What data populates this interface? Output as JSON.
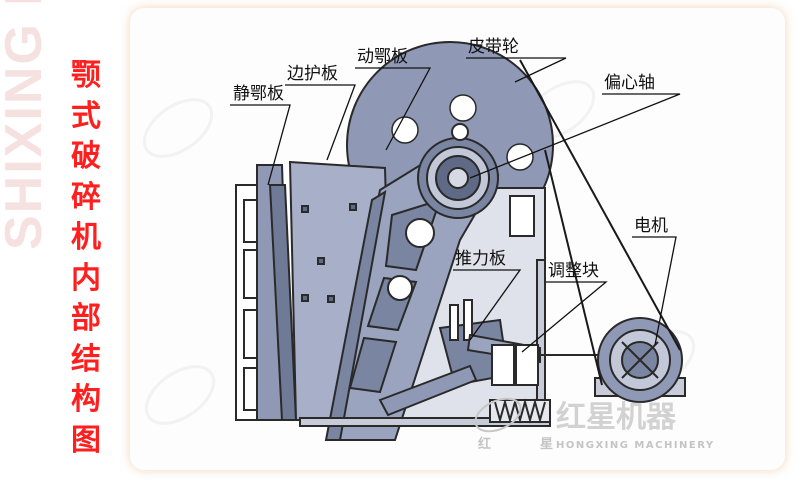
{
  "title": "颚式破碎机内部结构图",
  "watermark": {
    "side_text": "SHIXING MACHINERY",
    "brand_cn": "红星机器",
    "brand_small_cn_1": "红",
    "brand_small_cn_2": "星",
    "brand_en": "HONGXING MACHINERY"
  },
  "labels": {
    "belt_pulley": "皮带轮",
    "movable_jaw_plate": "动鄂板",
    "side_guard_plate": "边护板",
    "eccentric_shaft": "偏心轴",
    "fixed_jaw_plate": "静鄂板",
    "motor": "电机",
    "toggle_plate": "推力板",
    "adjusting_block": "调整块"
  },
  "colors": {
    "title": "#ff1f1f",
    "machine_fill": "#9aa4be",
    "machine_dark": "#5f6a86",
    "outline": "#2a2a2a"
  }
}
